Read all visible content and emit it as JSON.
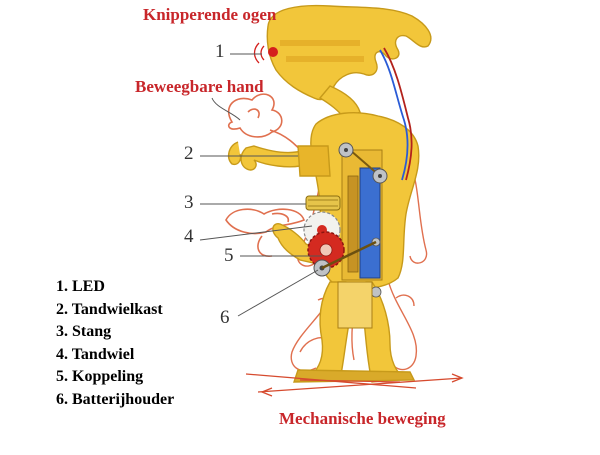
{
  "titles": {
    "eyes": "Knipperende ogen",
    "hand": "Beweegbare hand",
    "motion": "Mechanische beweging"
  },
  "callouts": [
    "1",
    "2",
    "3",
    "4",
    "5",
    "6"
  ],
  "legend": [
    "1. LED",
    "2. Tandwielkast",
    "3. Stang",
    "4. Tandwiel",
    "5. Koppeling",
    "6. Batterijhouder"
  ],
  "colors": {
    "title_red": "#c8262a",
    "body_yellow": "#f2c63a",
    "body_outline": "#c79a1a",
    "outline_red": "#e0704f",
    "gear_red": "#d42a20",
    "led_red": "#d4201d",
    "wire_blue": "#2a5bd6",
    "callout_line": "#555555"
  }
}
